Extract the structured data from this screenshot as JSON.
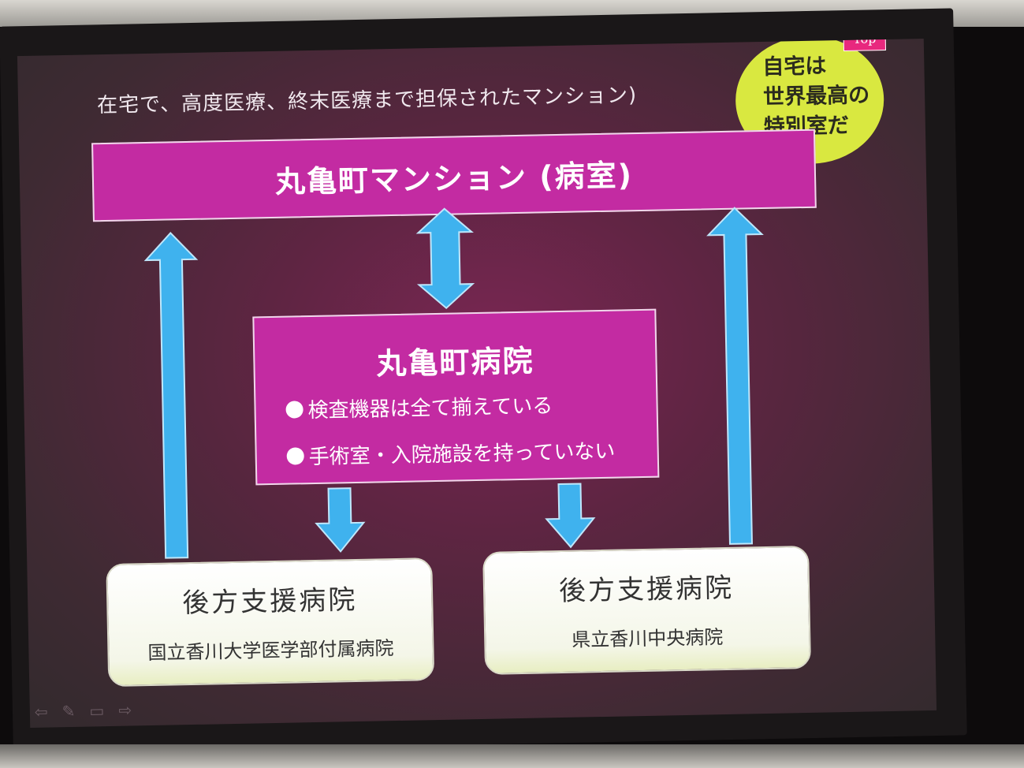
{
  "slide": {
    "subtitle": "在宅で、高度医療、終末医療まで担保されたマンション)",
    "top_button": "Top",
    "bubble_lines": [
      "自宅は",
      "世界最高の",
      "特別室だ"
    ],
    "banner_title": "丸亀町マンション (病室)",
    "center_title": "丸亀町病院",
    "center_bullets": [
      "検査機器は全て揃えている",
      "手術室・入院施設を持っていない"
    ],
    "support_left": {
      "title": "後方支援病院",
      "name": "国立香川大学医学部付属病院"
    },
    "support_right": {
      "title": "後方支援病院",
      "name": "県立香川中央病院"
    }
  },
  "colors": {
    "magenta_box": "#c32ba2",
    "arrow_blue": "#3fb2ee",
    "bubble_yellow": "#d9e840",
    "top_badge": "#e8287e"
  },
  "icons": {
    "toolbar": [
      "arrow-left-icon",
      "pen-icon",
      "slides-icon",
      "arrow-right-icon"
    ]
  }
}
